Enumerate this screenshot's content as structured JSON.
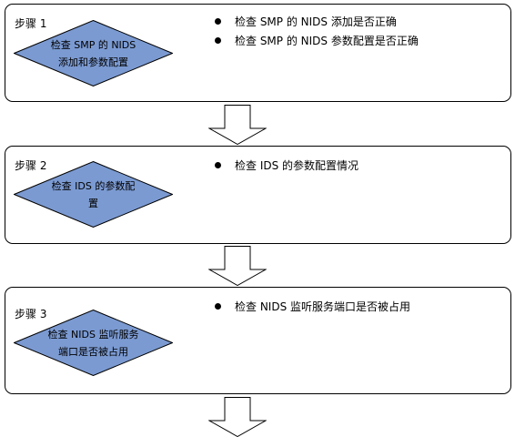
{
  "steps": [
    {
      "label": "步骤 1",
      "diamond_lines": [
        "检查 SMP 的 NIDS",
        "添加和参数配置"
      ],
      "bullets": [
        "检查 SMP 的 NIDS 添加是否正确",
        "检查 SMP 的 NIDS 参数配置是否正确"
      ]
    },
    {
      "label": "步骤 2",
      "diamond_lines": [
        "检查 IDS 的参数配",
        "置"
      ],
      "bullets": [
        "检查 IDS 的参数配置情况"
      ]
    },
    {
      "label": "步骤 3",
      "diamond_lines": [
        "检查 NIDS 监听服务",
        "端口是否被占用"
      ],
      "bullets": [
        "检查 NIDS 监听服务端口是否被占用"
      ]
    }
  ],
  "colors": {
    "diamond_fill": "#7b9ad2",
    "border": "#000000"
  }
}
